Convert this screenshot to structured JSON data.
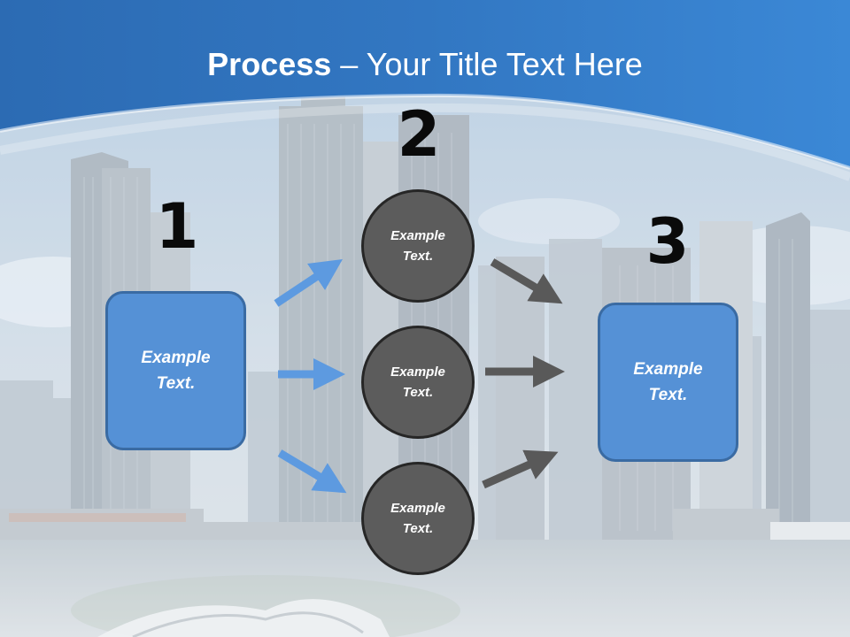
{
  "slide": {
    "title_bold": "Process",
    "title_rest": " – Your Title Text Here",
    "step_numbers": [
      "1",
      "2",
      "3"
    ]
  },
  "diagram": {
    "left_box": "Example Text.",
    "middle_circles": [
      "Example Text.",
      "Example Text.",
      "Example Text."
    ],
    "right_box": "Example Text."
  },
  "colors": {
    "header_blue": "#2f72bc",
    "box_fill": "#5591d6",
    "box_border": "#3a6ba3",
    "circle_fill": "#5c5c5c",
    "blue_arrow": "#5d9ae0",
    "gray_arrow": "#595959"
  }
}
